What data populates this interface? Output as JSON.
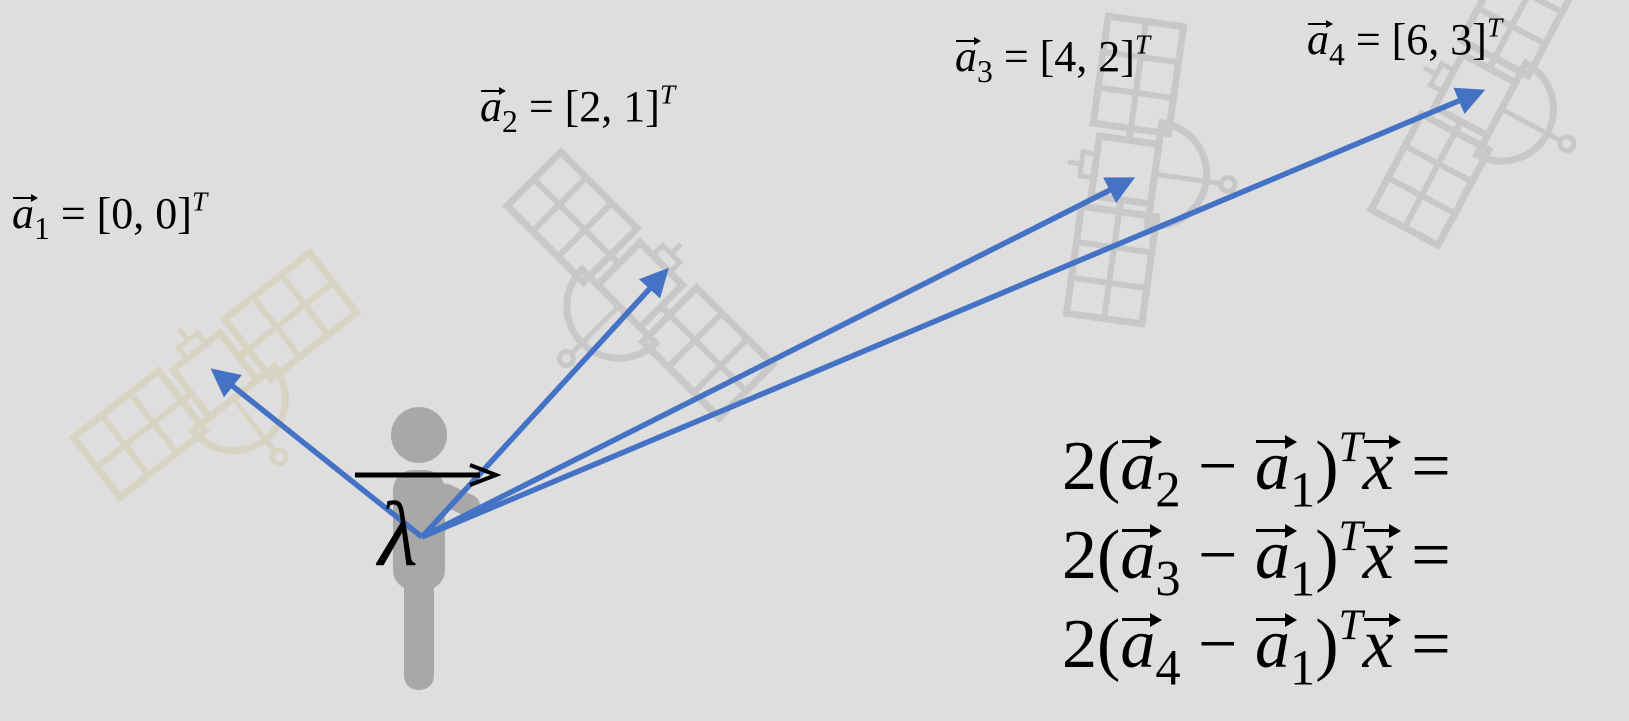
{
  "labels": [
    {
      "vec": "a",
      "sub": "1",
      "coords": "= [0, 0]",
      "sup": "T"
    },
    {
      "vec": "a",
      "sub": "2",
      "coords": "= [2, 1]",
      "sup": "T"
    },
    {
      "vec": "a",
      "sub": "3",
      "coords": "= [4, 2]",
      "sup": "T"
    },
    {
      "vec": "a",
      "sub": "4",
      "coords": "= [6, 3]",
      "sup": "T"
    }
  ],
  "lambda": "λ",
  "equations": [
    {
      "prefix": "2(",
      "a_left": "a",
      "sub_left": "2",
      "minus": " − ",
      "a_right": "a",
      "sub_right": "1",
      "close": ")",
      "sup": "T",
      "x": "x",
      "eq": " ="
    },
    {
      "prefix": "2(",
      "a_left": "a",
      "sub_left": "3",
      "minus": " − ",
      "a_right": "a",
      "sub_right": "1",
      "close": ")",
      "sup": "T",
      "x": "x",
      "eq": " ="
    },
    {
      "prefix": "2(",
      "a_left": "a",
      "sub_left": "4",
      "minus": " − ",
      "a_right": "a",
      "sub_right": "1",
      "close": ")",
      "sup": "T",
      "x": "x",
      "eq": " ="
    }
  ],
  "colors": {
    "background": "#dedede",
    "arrow": "#4472c4",
    "satellite": "#c8c8c8",
    "satellite_first": "#d8d4c4",
    "person": "#a8a8a8"
  },
  "icons": [
    "satellite-icon",
    "person-icon"
  ]
}
